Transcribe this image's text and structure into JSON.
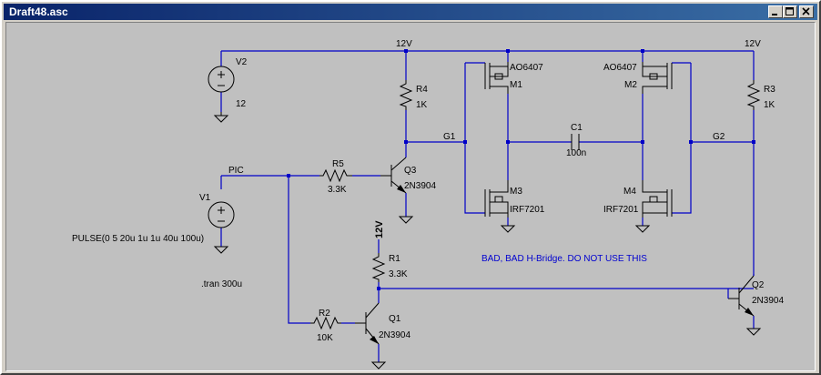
{
  "window": {
    "title": "Draft48.asc",
    "controls": [
      "minimize-icon",
      "maximize-icon",
      "close-icon"
    ]
  },
  "schematic": {
    "net_labels": {
      "supply_top_left": "12V",
      "supply_top_right": "12V",
      "supply_r1": "12V",
      "g1": "G1",
      "g2": "G2",
      "pic": "PIC"
    },
    "components": {
      "v2": {
        "name": "V2",
        "value": "12"
      },
      "v1": {
        "name": "V1",
        "value": "PULSE(0 5 20u 1u 1u 40u 100u)"
      },
      "r4": {
        "name": "R4",
        "value": "1K"
      },
      "r3": {
        "name": "R3",
        "value": "1K"
      },
      "r5": {
        "name": "R5",
        "value": "3.3K"
      },
      "r1": {
        "name": "R1",
        "value": "3.3K"
      },
      "r2": {
        "name": "R2",
        "value": "10K"
      },
      "q3": {
        "name": "Q3",
        "value": "2N3904"
      },
      "q1": {
        "name": "Q1",
        "value": "2N3904"
      },
      "q2": {
        "name": "Q2",
        "value": "2N3904"
      },
      "m1": {
        "name": "M1",
        "value": "AO6407"
      },
      "m2": {
        "name": "M2",
        "value": "AO6407"
      },
      "m3": {
        "name": "M3",
        "value": "IRF7201"
      },
      "m4": {
        "name": "M4",
        "value": "IRF7201"
      },
      "c1": {
        "name": "C1",
        "value": "100n"
      }
    },
    "directive": ".tran 300u",
    "comment": "BAD, BAD H-Bridge. DO NOT USE THIS",
    "colors": {
      "wire": "#0000c8",
      "component": "#000000",
      "comment": "#0000d0",
      "background": "#c0c0c0"
    }
  }
}
